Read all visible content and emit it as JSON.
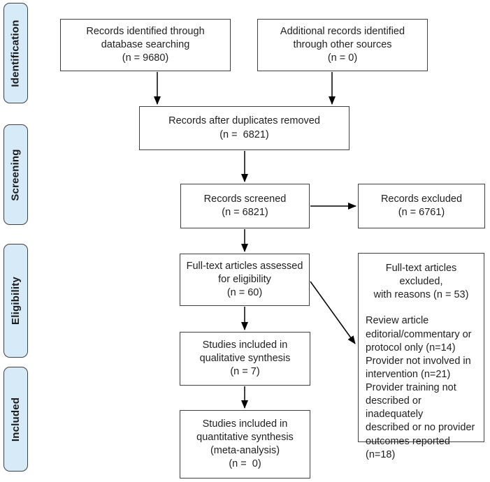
{
  "stages": [
    {
      "label": "Identification"
    },
    {
      "label": "Screening"
    },
    {
      "label": "Eligibility"
    },
    {
      "label": "Included"
    }
  ],
  "boxes": {
    "records_identified": "Records identified through\ndatabase searching\n(n = 9680)",
    "additional_records": "Additional records identified\nthrough other sources\n(n = 0)",
    "duplicates_removed": "Records after duplicates removed\n(n =  6821)",
    "records_screened": "Records screened\n(n = 6821)",
    "records_excluded": "Records excluded\n(n = 6761)",
    "fulltext_assessed": "Full-text articles assessed\nfor eligibility\n(n = 60)",
    "fulltext_excluded_heading": "Full-text articles excluded,\nwith reasons (n = 53)",
    "fulltext_excluded_reasons": "Review article\neditorial/commentary or\nprotocol only (n=14)\nProvider not involved in\nintervention (n=21)\nProvider training not\ndescribed or inadequately\ndescribed or no provider\noutcomes reported (n=18)",
    "qualitative_synthesis": "Studies included in\nqualitative synthesis\n(n = 7)",
    "quantitative_synthesis": "Studies included in\nquantitative synthesis\n(meta-analysis)\n(n =  0)"
  },
  "colors": {
    "stage_fill": "#d6eaf8",
    "stage_border": "#3f3f3f",
    "box_border": "#404040",
    "arrow": "#000000",
    "text": "#1f1f1f"
  }
}
